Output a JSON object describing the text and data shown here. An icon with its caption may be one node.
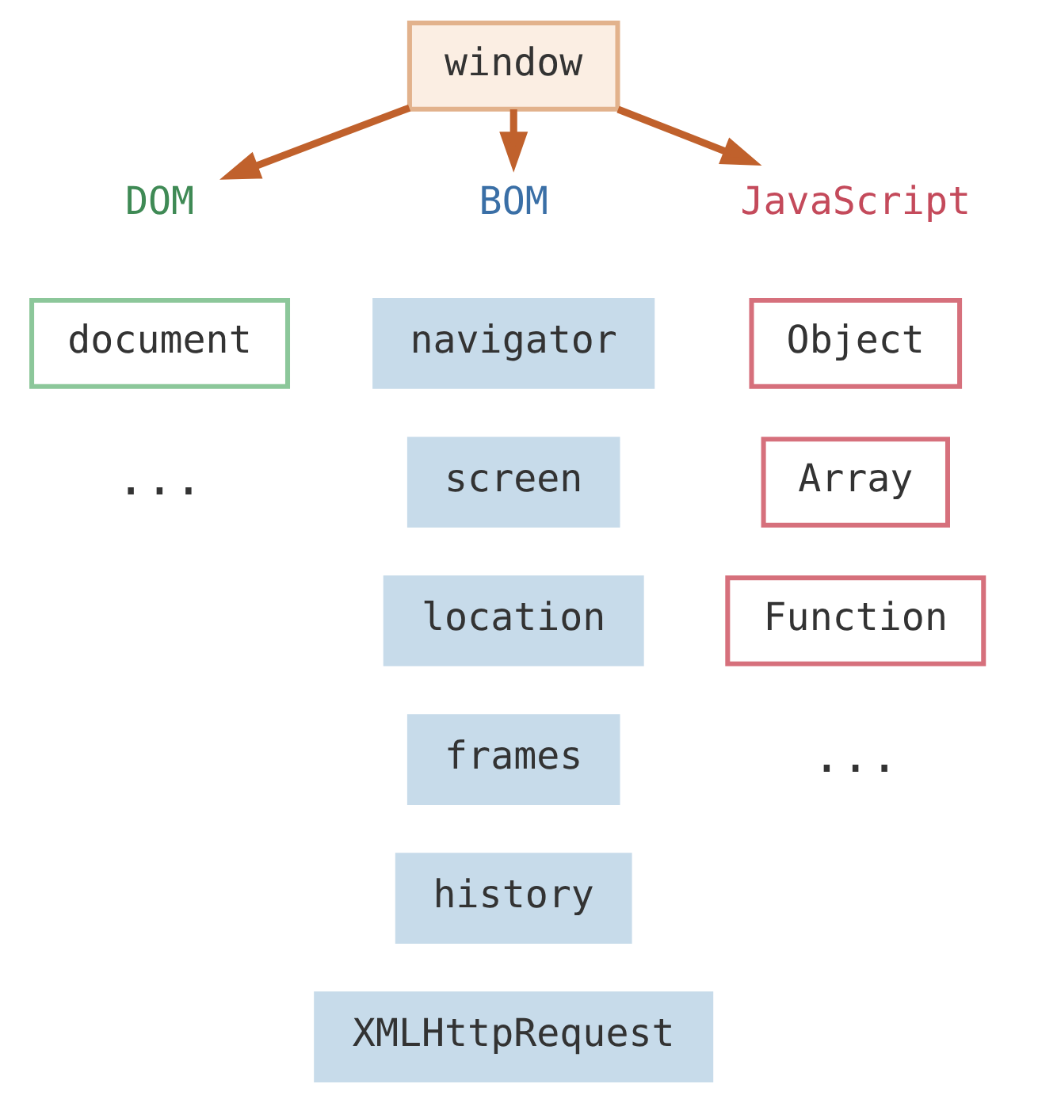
{
  "diagram": {
    "nodes": [
      {
        "text": [
          "window"
        ]
      },
      {
        "text": [
          "DOM"
        ]
      },
      {
        "text": [
          "document"
        ]
      },
      {
        "text": [
          "BOM"
        ]
      },
      {
        "text": [
          "navigator"
        ]
      },
      {
        "text": [
          "screen"
        ]
      },
      {
        "text": [
          "location"
        ]
      },
      {
        "text": [
          "frames"
        ]
      },
      {
        "text": [
          "history"
        ]
      },
      {
        "text": [
          "XMLHttpRequest"
        ]
      },
      {
        "text": [
          "JavaScript"
        ]
      },
      {
        "text": [
          "Object"
        ]
      },
      {
        "text": [
          "Array"
        ]
      },
      {
        "text": [
          "Function"
        ]
      }
    ],
    "edges": [
      {
        "from": 0,
        "to": 1,
        "arrow": "to"
      },
      {
        "from": 0,
        "to": 3,
        "arrow": "to"
      },
      {
        "from": 0,
        "to": 10,
        "arrow": "to"
      }
    ],
    "labels": [
      "...",
      "..."
    ]
  }
}
